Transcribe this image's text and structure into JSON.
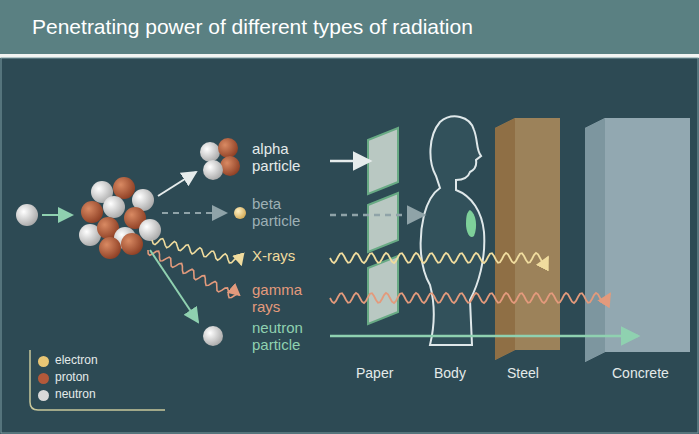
{
  "diagram": {
    "title": "Penetrating power of different types of radiation",
    "labels": [
      "alpha particle",
      "beta particle",
      "X-rays",
      "gamma rays",
      "neutron particle",
      "Paper",
      "Body",
      "Steel",
      "Concrete"
    ],
    "legend": [
      {
        "text": "electron",
        "color": "#e8c675"
      },
      {
        "text": "proton",
        "color": "#b3593a"
      },
      {
        "text": "neutron",
        "color": "#d9d9d9"
      }
    ]
  }
}
